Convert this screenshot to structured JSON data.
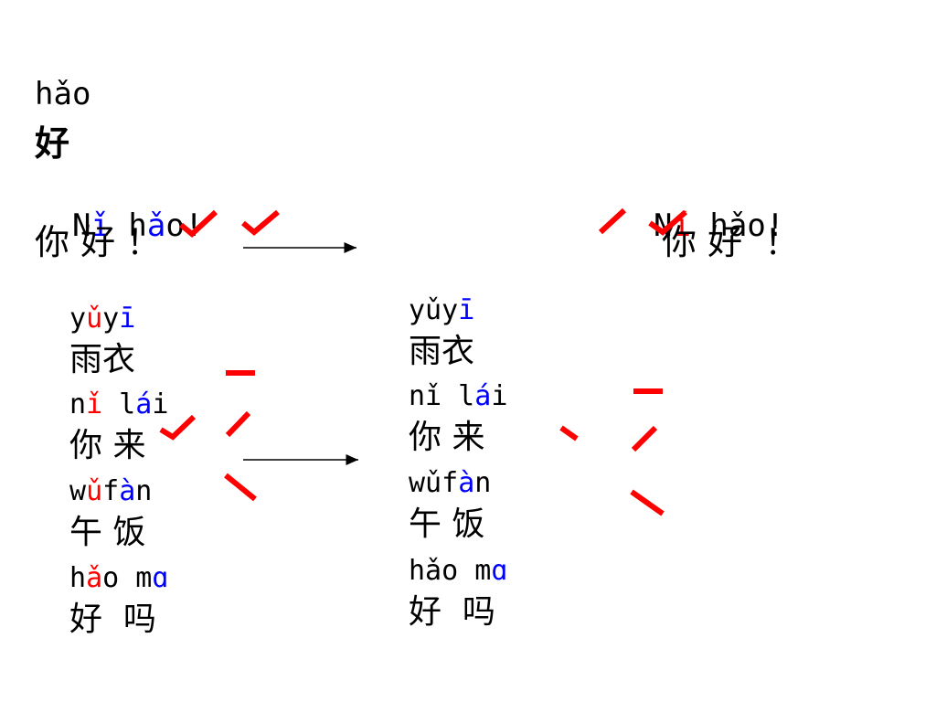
{
  "header": {
    "pinyin": "hǎo",
    "char": "好"
  },
  "greeting_left": {
    "pinyin": [
      {
        "text": "N",
        "color": "black"
      },
      {
        "text": "ǐ",
        "color": "blue"
      },
      {
        "text": " h",
        "color": "black"
      },
      {
        "text": "ǎ",
        "color": "blue"
      },
      {
        "text": "o!",
        "color": "black"
      }
    ],
    "chars": "你 好 ！"
  },
  "greeting_right": {
    "pinyin": [
      {
        "text": "N",
        "color": "black"
      },
      {
        "text": "í",
        "color": "red"
      },
      {
        "text": " hǎo!",
        "color": "black"
      }
    ],
    "chars": "你 好  ！"
  },
  "words_left": [
    {
      "pinyin": [
        {
          "text": "y",
          "color": "black"
        },
        {
          "text": "ǔ",
          "color": "red"
        },
        {
          "text": "y",
          "color": "black"
        },
        {
          "text": "ī",
          "color": "blue"
        }
      ],
      "chars": "雨衣"
    },
    {
      "pinyin": [
        {
          "text": "n",
          "color": "black"
        },
        {
          "text": "ǐ",
          "color": "red"
        },
        {
          "text": " l",
          "color": "black"
        },
        {
          "text": "á",
          "color": "blue"
        },
        {
          "text": "i",
          "color": "black"
        }
      ],
      "chars": "你 来"
    },
    {
      "pinyin": [
        {
          "text": "w",
          "color": "black"
        },
        {
          "text": "ǔ",
          "color": "red"
        },
        {
          "text": "f",
          "color": "black"
        },
        {
          "text": "à",
          "color": "blue"
        },
        {
          "text": "n",
          "color": "black"
        }
      ],
      "chars": "午 饭"
    },
    {
      "pinyin": [
        {
          "text": "h",
          "color": "black"
        },
        {
          "text": "ǎ",
          "color": "red"
        },
        {
          "text": "o m",
          "color": "black"
        },
        {
          "text": "ɑ",
          "color": "blue"
        }
      ],
      "chars": "好  吗"
    }
  ],
  "words_right": [
    {
      "pinyin": [
        {
          "text": "yǔy",
          "color": "black"
        },
        {
          "text": "ī",
          "color": "blue"
        }
      ],
      "chars": "雨衣"
    },
    {
      "pinyin": [
        {
          "text": "nǐ l",
          "color": "black"
        },
        {
          "text": "á",
          "color": "blue"
        },
        {
          "text": "i",
          "color": "black"
        }
      ],
      "chars": "你 来"
    },
    {
      "pinyin": [
        {
          "text": "wǔf",
          "color": "black"
        },
        {
          "text": "à",
          "color": "blue"
        },
        {
          "text": "n",
          "color": "black"
        }
      ],
      "chars": "午 饭"
    },
    {
      "pinyin": [
        {
          "text": "hǎo m",
          "color": "black"
        },
        {
          "text": "ɑ",
          "color": "blue"
        }
      ],
      "chars": "好  吗"
    }
  ],
  "colors": {
    "red": "#ff0000",
    "blue": "#0000ff",
    "black": "#000000"
  },
  "marks": [
    "tone-check",
    "tone-check",
    "rising-tone",
    "tone-check",
    "level-tone",
    "falling-rising-tone",
    "falling-tone",
    "level-tone",
    "rising-tone",
    "falling-tone",
    "neutral-tone",
    "arrow",
    "arrow"
  ]
}
